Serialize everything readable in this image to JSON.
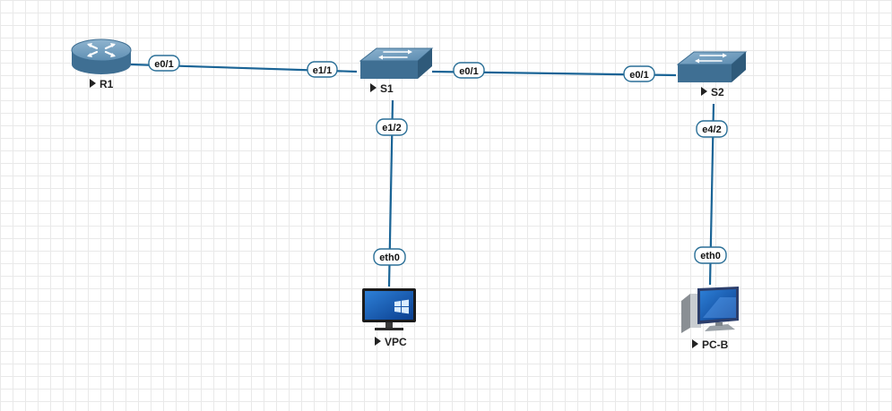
{
  "colors": {
    "link": "#1a6496",
    "pill_border": "#2a6f97",
    "device": "#4a7fa3"
  },
  "nodes": {
    "r1": {
      "name": "R1",
      "icon": "router-icon"
    },
    "s1": {
      "name": "S1",
      "icon": "switch-icon"
    },
    "s2": {
      "name": "S2",
      "icon": "switch-icon"
    },
    "vpc": {
      "name": "VPC",
      "icon": "windows-pc-icon"
    },
    "pcb": {
      "name": "PC-B",
      "icon": "desktop-pc-icon"
    }
  },
  "links": {
    "r1_s1": {
      "a": "e0/1",
      "b": "e1/1"
    },
    "s1_s2": {
      "a": "e0/1",
      "b": "e0/1"
    },
    "s1_vpc": {
      "a": "e1/2",
      "b": "eth0"
    },
    "s2_pcb": {
      "a": "e4/2",
      "b": "eth0"
    }
  }
}
